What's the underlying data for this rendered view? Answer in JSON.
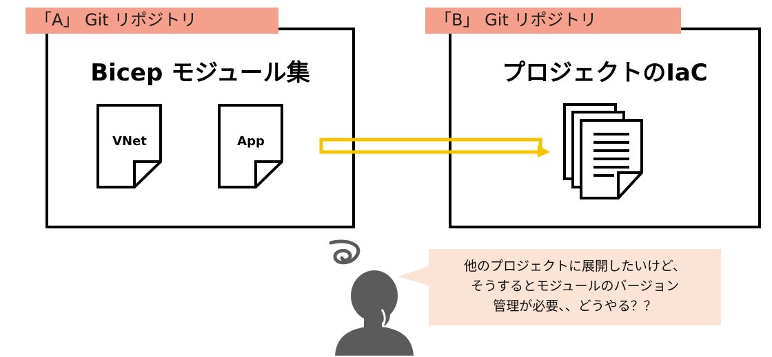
{
  "repo_a": {
    "label": "「A」 Git リポジトリ",
    "title": "Bicep モジュール集",
    "files": [
      "VNet",
      "App"
    ]
  },
  "repo_b": {
    "label": "「B」 Git リポジトリ",
    "title": "プロジェクトのIaC"
  },
  "speech": {
    "lines": [
      "他のプロジェクトに展開したいけど、",
      "そうするとモジュールのバージョン",
      "管理が必要、、どうやる？？"
    ]
  },
  "colors": {
    "label_bg": "#f4a08c",
    "arrow": "#f5c400",
    "bubble_bg": "#fbe3d6",
    "person": "#5b5b5b"
  },
  "icons": [
    "document-icon",
    "document-stack-icon",
    "arrow-right-icon",
    "confused-swirl-icon",
    "person-icon"
  ]
}
